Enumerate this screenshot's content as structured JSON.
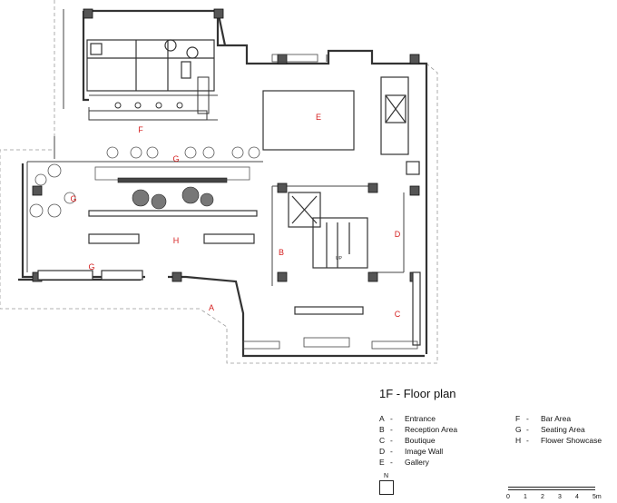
{
  "title": "1F - Floor  plan",
  "zone_letters": {
    "A": "A",
    "B": "B",
    "C": "C",
    "D": "D",
    "E": "E",
    "F": "F",
    "G": "G",
    "H": "H"
  },
  "legend_left": [
    {
      "key": "A",
      "dash": "-",
      "label": "Entrance"
    },
    {
      "key": "B",
      "dash": "-",
      "label": "Reception Area"
    },
    {
      "key": "C",
      "dash": "-",
      "label": "Boutique"
    },
    {
      "key": "D",
      "dash": "-",
      "label": "Image Wall"
    },
    {
      "key": "E",
      "dash": "-",
      "label": "Gallery"
    }
  ],
  "legend_right": [
    {
      "key": "F",
      "dash": "-",
      "label": "Bar Area"
    },
    {
      "key": "G",
      "dash": "-",
      "label": "Seating Area"
    },
    {
      "key": "H",
      "dash": "-",
      "label": "Flower Showcase"
    }
  ],
  "north_label": "N",
  "scale_ticks": [
    "0",
    "1",
    "2",
    "3",
    "4",
    "5m"
  ],
  "stair_label": "UP",
  "colors": {
    "zone_letter": "#d52020",
    "wall": "#333333",
    "line": "#555555"
  }
}
